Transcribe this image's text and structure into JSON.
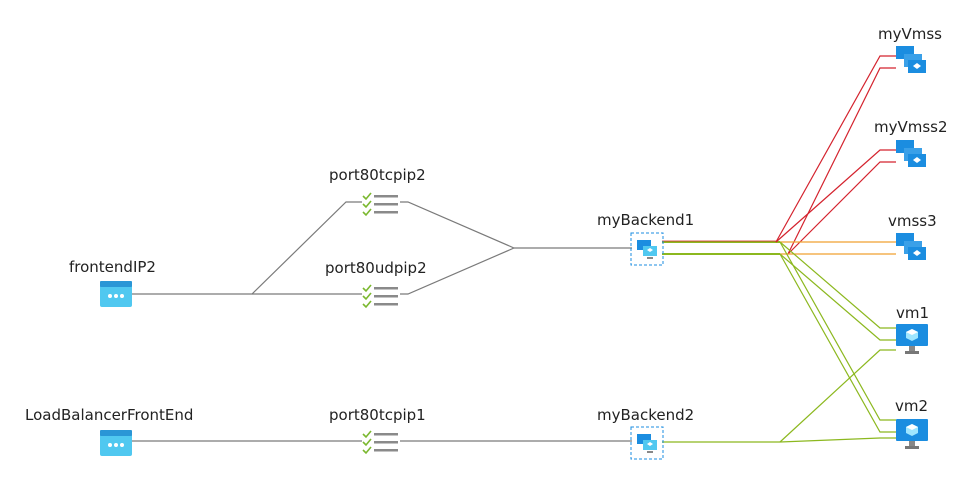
{
  "colors": {
    "line_gray": "#7a7a7a",
    "line_green": "#8cb81f",
    "line_red": "#d4232e",
    "line_orange": "#f0a030",
    "azure_blue": "#1b8de0",
    "azure_light": "#50e6ff",
    "rule_check": "#7bb82f"
  },
  "nodes": {
    "frontend_ip2": {
      "label": "frontendIP2",
      "icon": "frontend-ip-icon"
    },
    "load_balancer_frontend": {
      "label": "LoadBalancerFrontEnd",
      "icon": "frontend-ip-icon"
    },
    "port80tcpip2": {
      "label": "port80tcpip2",
      "icon": "lb-rule-icon"
    },
    "port80udpip2": {
      "label": "port80udpip2",
      "icon": "lb-rule-icon"
    },
    "port80tcpip1": {
      "label": "port80tcpip1",
      "icon": "lb-rule-icon"
    },
    "my_backend1": {
      "label": "myBackend1",
      "icon": "backend-pool-icon"
    },
    "my_backend2": {
      "label": "myBackend2",
      "icon": "backend-pool-icon"
    },
    "my_vmss": {
      "label": "myVmss",
      "icon": "vmss-icon"
    },
    "my_vmss2": {
      "label": "myVmss2",
      "icon": "vmss-icon"
    },
    "vmss3": {
      "label": "vmss3",
      "icon": "vmss-icon"
    },
    "vm1": {
      "label": "vm1",
      "icon": "vm-icon"
    },
    "vm2": {
      "label": "vm2",
      "icon": "vm-icon"
    }
  }
}
